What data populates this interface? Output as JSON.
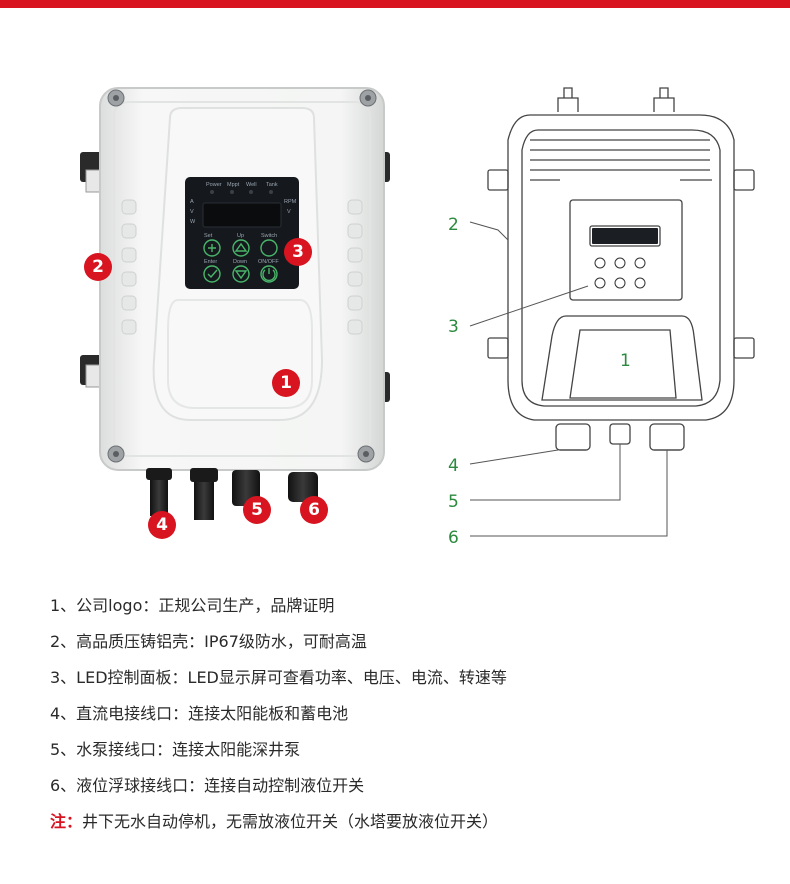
{
  "colors": {
    "accent_red": "#d7141f",
    "diagram_green": "#2b8a3e",
    "housing_white": "#f3f4f3",
    "panel_black": "#15191d"
  },
  "photo": {
    "panel": {
      "indicators": [
        "Power",
        "Mppt",
        "Well",
        "Tank"
      ],
      "side_left": [
        "A",
        "V",
        "W"
      ],
      "side_right": [
        "RPM",
        "V"
      ],
      "buttons_row1": [
        "Set",
        "Up",
        "Switch"
      ],
      "buttons_row2": [
        "Enter",
        "Down",
        "ON/OFF"
      ]
    },
    "badges": [
      "1",
      "2",
      "3",
      "4",
      "5",
      "6"
    ]
  },
  "diagram": {
    "callouts": [
      "1",
      "2",
      "3",
      "4",
      "5",
      "6"
    ]
  },
  "features": [
    "1、公司logo：正规公司生产，品牌证明",
    "2、高品质压铸铝壳：IP67级防水，可耐高温",
    "3、LED控制面板：LED显示屏可查看功率、电压、电流、转速等",
    "4、直流电接线口：连接太阳能板和蓄电池",
    "5、水泵接线口：连接太阳能深井泵",
    "6、液位浮球接线口：连接自动控制液位开关"
  ],
  "note": {
    "prefix": "注：",
    "text": "井下无水自动停机，无需放液位开关（水塔要放液位开关）"
  }
}
